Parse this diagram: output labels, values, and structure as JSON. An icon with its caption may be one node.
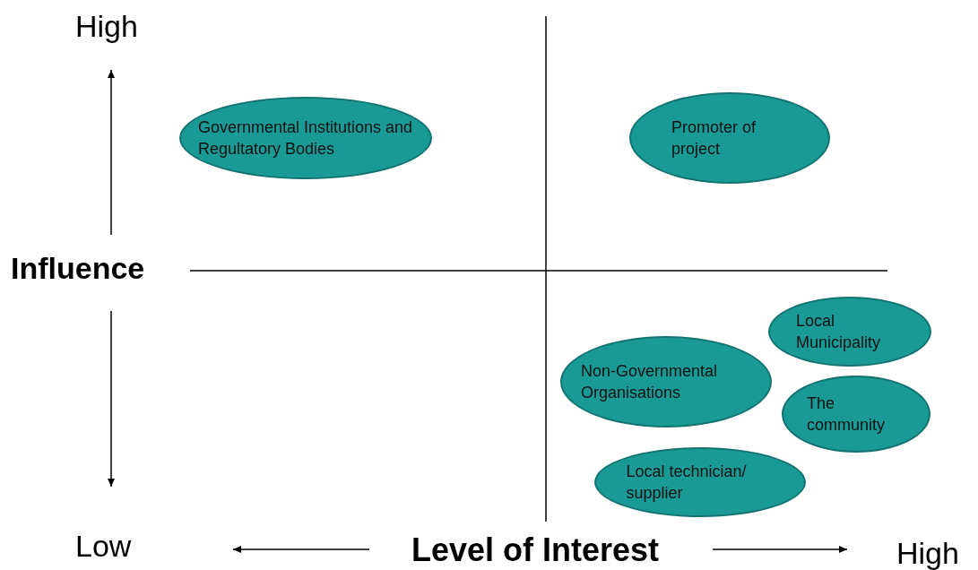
{
  "diagram": {
    "nodes": [
      {
        "text": [
          "Governmental Institutions and Regultatory Bodies"
        ]
      },
      {
        "text": [
          "Promoter of project"
        ]
      },
      {
        "text": [
          "Local Municipality"
        ]
      },
      {
        "text": [
          "Non-Governmental Organisations"
        ]
      },
      {
        "text": [
          "The community"
        ]
      },
      {
        "text": [
          "Local technician/ supplier"
        ]
      }
    ],
    "edges": [],
    "labels": [
      "High",
      "Influence",
      "Low",
      "Level of Interest",
      "High"
    ]
  }
}
